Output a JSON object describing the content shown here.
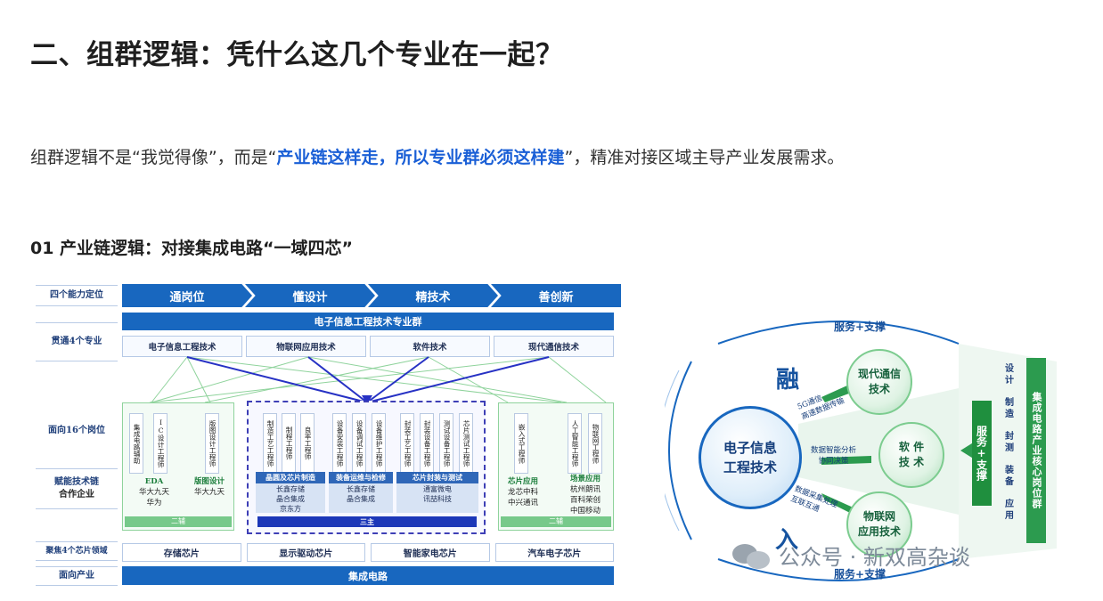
{
  "heading": "二、组群逻辑：凭什么这几个专业在一起？",
  "paragraph": {
    "before": "组群逻辑不是“我觉得像”，而是“",
    "highlight": "产业链这样走，所以专业群必须这样建",
    "after": "”，精准对接区域主导产业发展需求。"
  },
  "subheading": "01 产业链逻辑：对接集成电路“一域四芯”",
  "left_figure": {
    "row_labels": [
      "四个能力定位",
      "贯通4个专业",
      "面向16个岗位",
      "赋能技术链",
      "合作企业",
      "聚焦4个芯片领域",
      "面向产业"
    ],
    "chevrons": [
      "通岗位",
      "懂设计",
      "精技术",
      "善创新"
    ],
    "group_bar": "电子信息工程技术专业群",
    "majors": [
      "电子信息工程技术",
      "物联网应用技术",
      "软件技术",
      "现代通信技术"
    ],
    "left_jobs": [
      "集成电路辅助",
      "IC设计工程师",
      "版图设计工程师"
    ],
    "left_tech": {
      "title": "EDA",
      "lines": [
        "华大九天",
        "华为"
      ]
    },
    "left_tech2": {
      "title": "版图设计",
      "lines": [
        "华大九天"
      ]
    },
    "tag_left": "二辅",
    "center_jobs": [
      "制造工艺工程师",
      "制程工程师",
      "良率工程师",
      "设备安装工程师",
      "设备调试工程师",
      "设备维护工程师",
      "封装工艺工程师",
      "封装设备工程师",
      "测试设备工程师",
      "芯片测试工程师"
    ],
    "center_boxes": [
      {
        "title": "晶圆及芯片制造",
        "lines": [
          "长鑫存储",
          "晶合集成",
          "京东方"
        ]
      },
      {
        "title": "装备运维与检修",
        "lines": [
          "长鑫存储",
          "晶合集成"
        ]
      },
      {
        "title": "芯片封装与测试",
        "lines": [
          "通富微电",
          "讯喆科技"
        ]
      }
    ],
    "tag_center": "三主",
    "right_jobs": [
      "嵌入式工程师",
      "人工智能工程师",
      "物联网工程师"
    ],
    "right_tech": {
      "title": "芯片应用",
      "lines": [
        "龙芯中科",
        "中兴通讯"
      ]
    },
    "right_tech2": {
      "title": "场景应用",
      "lines": [
        "杭州朗讯",
        "百科荣创",
        "中国移动"
      ]
    },
    "tag_right": "二辅",
    "chips": [
      "存储芯片",
      "显示驱动芯片",
      "智能家电芯片",
      "汽车电子芯片"
    ],
    "industry_bar": "集成电路"
  },
  "right_figure": {
    "service_top": "服务+支撑",
    "service_bottom": "服务+支撑",
    "rong": "融",
    "center": [
      "电子信息",
      "工程技术"
    ],
    "nodes": [
      [
        "现代通信",
        "技术"
      ],
      [
        "软 件",
        "技 术"
      ],
      [
        "物联网",
        "应用技术"
      ]
    ],
    "arrow_labels": [
      [
        "5G通信",
        "高速数据传输"
      ],
      [
        "数据智能分析",
        "协同决策"
      ],
      [
        "数据采集处理",
        "互联互通"
      ]
    ],
    "ru": "入",
    "service_bar": "服务+支撑",
    "jobs": [
      "设计",
      "制造",
      "封测",
      "装备",
      "应用"
    ],
    "core_bar": "集成电路产业核心岗位群"
  },
  "watermark": "公众号 · 新双高杂谈",
  "colors": {
    "accent_blue": "#1867bf",
    "highlight": "#1a5fd6",
    "green": "#2c9b4f",
    "dashed": "#3e3fb6"
  }
}
